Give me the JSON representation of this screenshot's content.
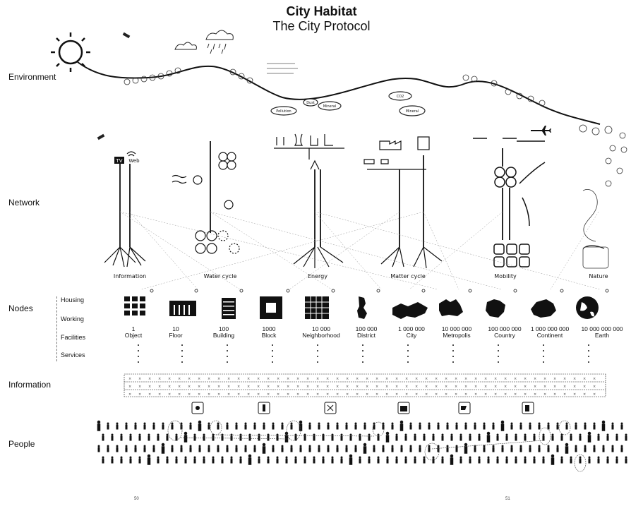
{
  "header": {
    "title": "City Habitat",
    "subtitle": "The City Protocol"
  },
  "rows": {
    "environment": "Environment",
    "network": "Network",
    "nodes": "Nodes",
    "information": "Information",
    "people": "People"
  },
  "environment_labels": [
    "Pollution",
    "Dust",
    "Mineral",
    "CO2",
    "Mineral"
  ],
  "network": {
    "tv_label": "TV",
    "web_label": "Web",
    "systems": [
      "Information",
      "Water cycle",
      "Energy",
      "Matter cycle",
      "Mobility",
      "Nature"
    ]
  },
  "node_categories": [
    "Housing",
    "Working",
    "Facilities",
    "Services"
  ],
  "scales": [
    {
      "number": "1",
      "name": "Object"
    },
    {
      "number": "10",
      "name": "Floor"
    },
    {
      "number": "100",
      "name": "Building"
    },
    {
      "number": "1000",
      "name": "Block"
    },
    {
      "number": "10 000",
      "name": "Neighborhood"
    },
    {
      "number": "100 000",
      "name": "District"
    },
    {
      "number": "1 000 000",
      "name": "City"
    },
    {
      "number": "10 000 000",
      "name": "Metropolis"
    },
    {
      "number": "100 000 000",
      "name": "Country"
    },
    {
      "number": "1 000 000 000",
      "name": "Continent"
    },
    {
      "number": "10 000 000 000",
      "name": "Earth"
    }
  ],
  "people_icons": [
    "fan-icon",
    "bottle-icon",
    "tool-icon",
    "shirt-icon",
    "cart-icon",
    "gas-pump-icon"
  ],
  "pages": {
    "left": "50",
    "right": "51"
  }
}
